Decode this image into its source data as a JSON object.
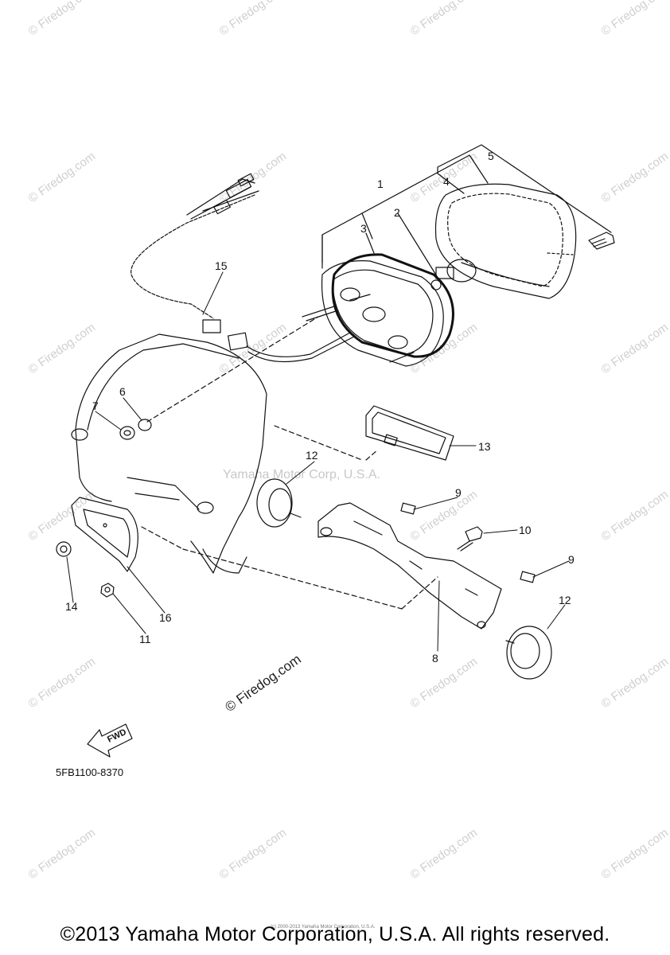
{
  "callouts": [
    {
      "id": "1",
      "text": "1"
    },
    {
      "id": "2",
      "text": "2"
    },
    {
      "id": "3",
      "text": "3"
    },
    {
      "id": "4",
      "text": "4"
    },
    {
      "id": "5",
      "text": "5"
    },
    {
      "id": "6",
      "text": "6"
    },
    {
      "id": "7",
      "text": "7"
    },
    {
      "id": "8",
      "text": "8"
    },
    {
      "id": "9a",
      "text": "9"
    },
    {
      "id": "9b",
      "text": "9"
    },
    {
      "id": "10",
      "text": "10"
    },
    {
      "id": "11",
      "text": "11"
    },
    {
      "id": "12a",
      "text": "12"
    },
    {
      "id": "12b",
      "text": "12"
    },
    {
      "id": "13",
      "text": "13"
    },
    {
      "id": "14",
      "text": "14"
    },
    {
      "id": "15",
      "text": "15"
    },
    {
      "id": "16",
      "text": "16"
    }
  ],
  "diagram_code": "5FB1100-8370",
  "fwd_label": "FWD",
  "watermark_text": "© Firedog.com",
  "center_watermark": "© Firedog.com",
  "stamp_text": "Yamaha Motor Corp, U.S.A.",
  "tiny_notice": "(c) 2000-2013 Yamaha Motor Corporation, U.S.A.",
  "copyright": "©2013 Yamaha Motor Corporation, U.S.A. All rights reserved."
}
